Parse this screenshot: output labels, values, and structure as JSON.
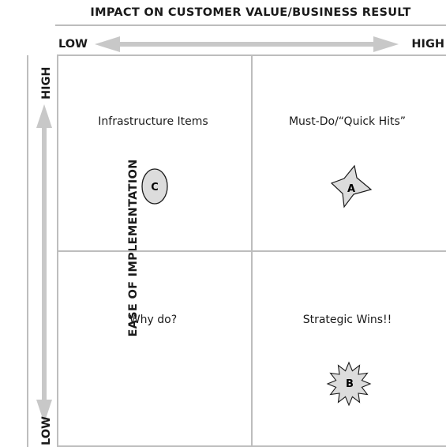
{
  "axes": {
    "x_title": "IMPACT ON CUSTOMER VALUE/BUSINESS RESULT",
    "x_low": "LOW",
    "x_high": "HIGH",
    "y_title": "EASE OF IMPLEMENTATION",
    "y_low": "LOW",
    "y_high": "HIGH"
  },
  "quadrants": {
    "top_left": "Infrastructure Items",
    "top_right": "Must-Do/“Quick Hits”",
    "bottom_left": "Why do?",
    "bottom_right": "Strategic Wins!!"
  },
  "markers": {
    "a": "A",
    "b": "B",
    "c": "C"
  },
  "colors": {
    "arrow": "#c8c8c8",
    "grid": "#bdbdbd",
    "marker_fill": "#dcdcdc",
    "marker_stroke": "#1a1a1a"
  }
}
